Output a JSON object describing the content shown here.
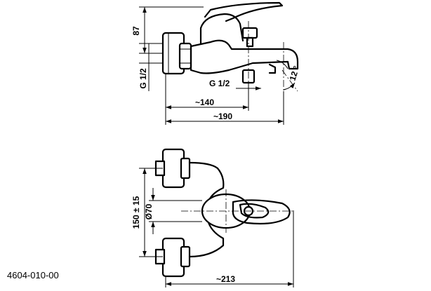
{
  "dimensions": {
    "height_top": "87",
    "thread_left": "G 1/2",
    "thread_spout": "G 1/2",
    "angle": "12 °",
    "width_140": "~140",
    "width_190": "~190",
    "center_distance": "150 ± 15",
    "diameter": "Ø70",
    "width_213": "~213"
  },
  "product_code": "4604-010-00"
}
